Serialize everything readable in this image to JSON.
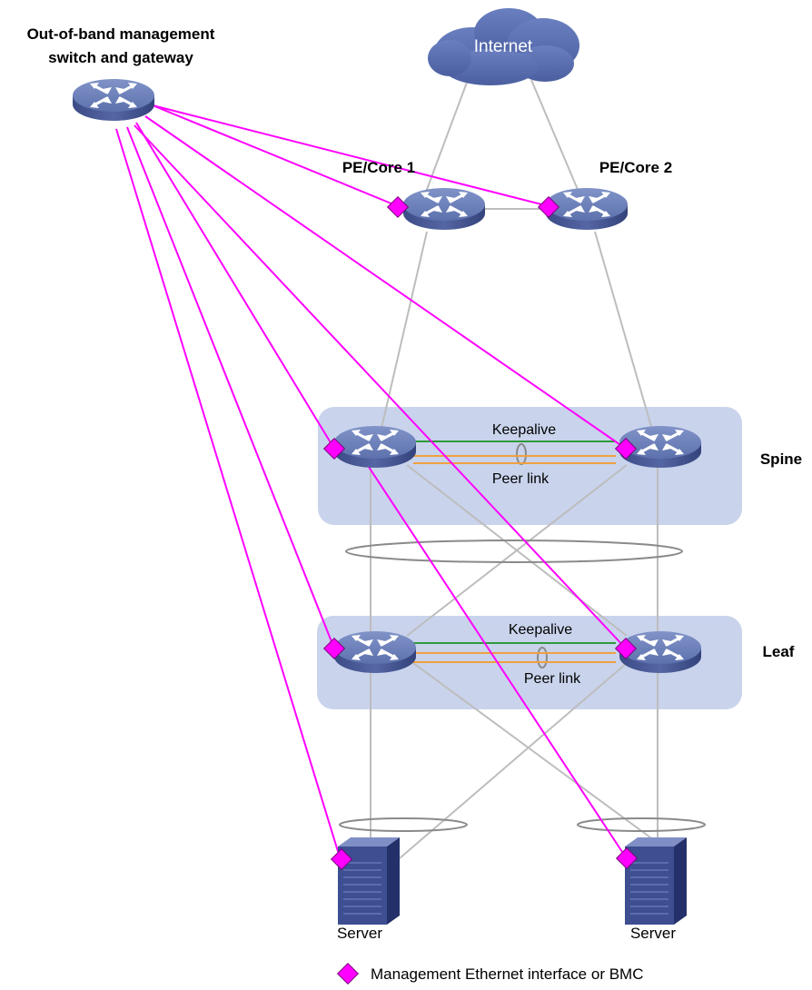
{
  "title": {
    "line1": "Out-of-band management",
    "line2": "switch and gateway"
  },
  "internet": {
    "label": "Internet"
  },
  "core": {
    "pe1_label": "PE/Core 1",
    "pe2_label": "PE/Core 2"
  },
  "tiers": {
    "spine": {
      "label": "Spine",
      "keepalive": "Keepalive",
      "peer_link": "Peer link"
    },
    "leaf": {
      "label": "Leaf",
      "keepalive": "Keepalive",
      "peer_link": "Peer link"
    }
  },
  "servers": {
    "left_label": "Server",
    "right_label": "Server"
  },
  "legend": {
    "label": "Management Ethernet interface or BMC"
  },
  "colors": {
    "management_link": "#ff00ff",
    "physical_link": "#bdbdbd",
    "keepalive_link": "#2f9a3a",
    "peer_link": "#f0a040",
    "tier_zone": "#c9d3ec",
    "device_top": "#6b80b8",
    "device_side": "#3f4f8a"
  },
  "icons": {
    "switch": "switch-icon",
    "server": "server-icon",
    "cloud": "cloud-icon",
    "port": "management-port-icon"
  }
}
